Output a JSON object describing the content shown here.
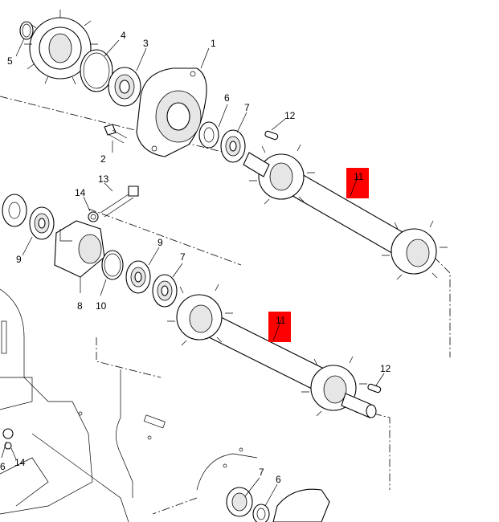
{
  "callouts": {
    "c1": "1",
    "c2": "2",
    "c3": "3",
    "c4": "4",
    "c5": "5",
    "c6a": "6",
    "c7a": "7",
    "c12a": "12",
    "c11a": "11",
    "c13": "13",
    "c14a": "14",
    "c9a": "9",
    "c8": "8",
    "c10": "10",
    "c9b": "9",
    "c7b": "7",
    "c11b": "11",
    "c12b": "12",
    "c6b": "6",
    "c14b": "14",
    "c7c": "7",
    "c6c": "6"
  },
  "highlight_color": "#ff0000"
}
